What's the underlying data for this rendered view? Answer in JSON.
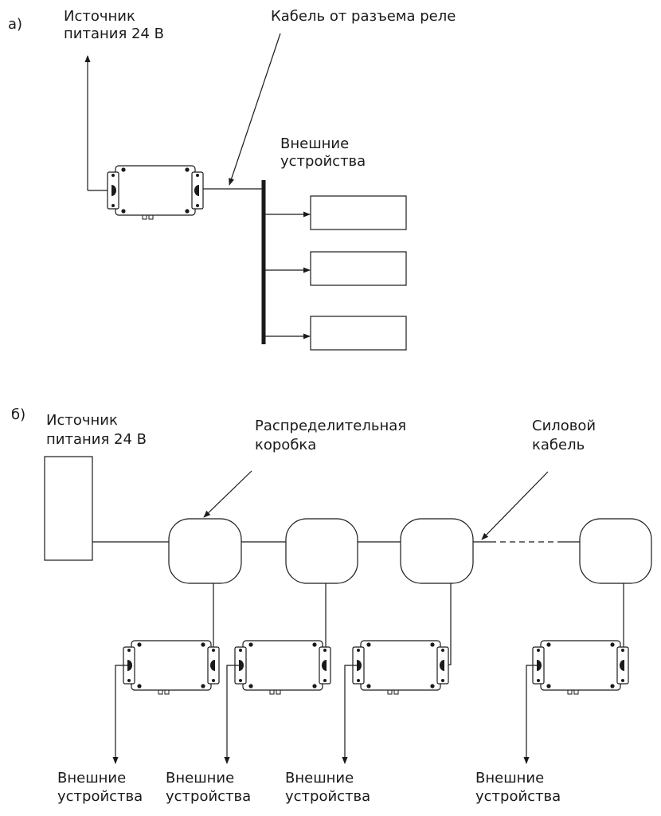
{
  "part_a": {
    "label": "а)",
    "power_source": [
      "Источник",
      "питания 24 В"
    ],
    "relay_cable": "Кабель от разъема реле",
    "external_devices": [
      "Внешние",
      "устройства"
    ]
  },
  "part_b": {
    "label": "б)",
    "power_source": [
      "Источник",
      "питания 24 В"
    ],
    "junction_box": [
      "Распределительная",
      "коробка"
    ],
    "power_cable": [
      "Силовой",
      "кабель"
    ],
    "external_devices": [
      [
        "Внешние",
        "устройства"
      ],
      [
        "Внешние",
        "устройства"
      ],
      [
        "Внешние",
        "устройства"
      ],
      [
        "Внешние",
        "устройства"
      ]
    ]
  },
  "icons": [
    "relay-module-icon",
    "arrow-icon"
  ]
}
